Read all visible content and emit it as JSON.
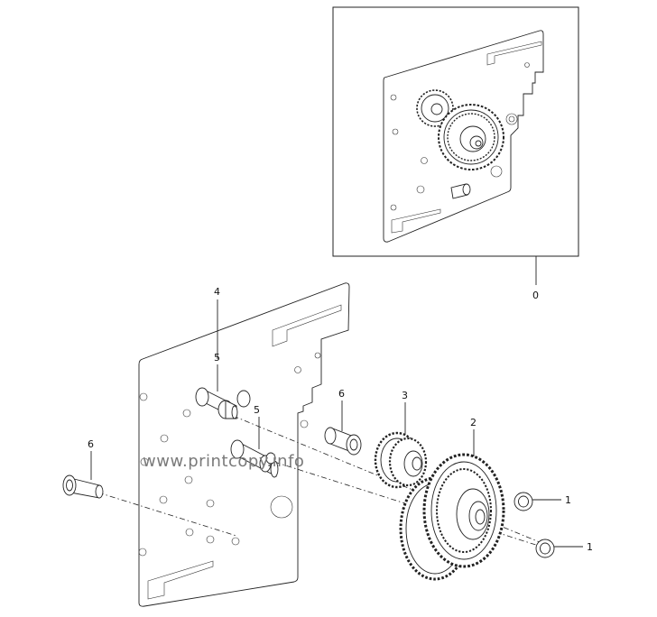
{
  "diagram": {
    "callouts": {
      "assembly": "0",
      "plate": "4",
      "shaft_upper": "5",
      "shaft_lower": "5",
      "bushing_right": "6",
      "bushing_left": "6",
      "gear_small": "3",
      "gear_large": "2",
      "washer_upper": "1",
      "washer_lower": "1"
    },
    "watermark": "www.printcopy.info"
  }
}
